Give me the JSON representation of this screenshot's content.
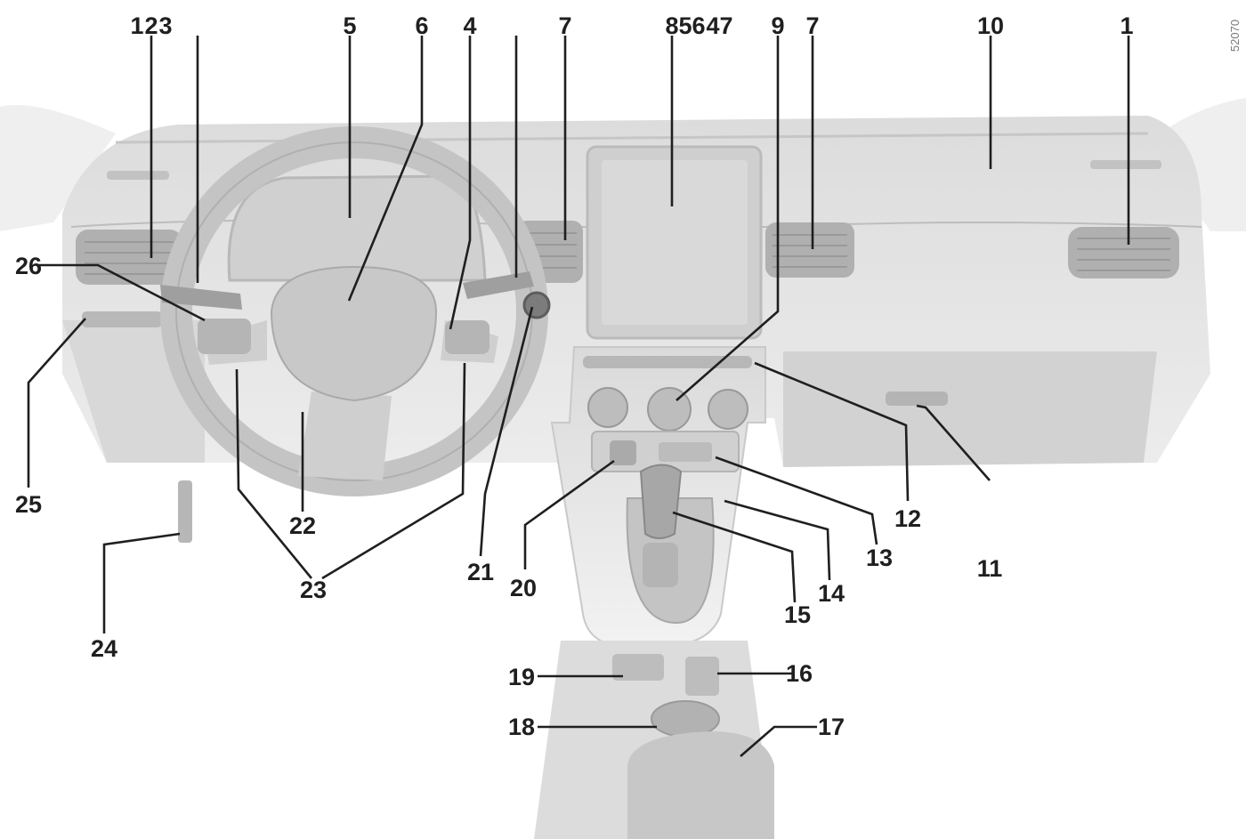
{
  "figure_ref": "52070",
  "labels": {
    "l1": "1",
    "l2": "2",
    "l3": "3",
    "l4": "4",
    "l5": "5",
    "l6": "6",
    "l7": "7",
    "l8": "8",
    "l9": "9",
    "l10": "10",
    "l11": "11",
    "l12": "12",
    "l13": "13",
    "l14": "14",
    "l15": "15",
    "l16": "16",
    "l17": "17",
    "l18": "18",
    "l19": "19",
    "l20": "20",
    "l21": "21",
    "l22": "22",
    "l23": "23",
    "l24": "24",
    "l25": "25",
    "l26": "26"
  },
  "colors": {
    "background": "#ffffff",
    "dashboard": "#e3e3e3",
    "dashboard_dark": "#c9c9c9",
    "screen": "#d4d4d4",
    "leader": "#1f1f1f"
  }
}
